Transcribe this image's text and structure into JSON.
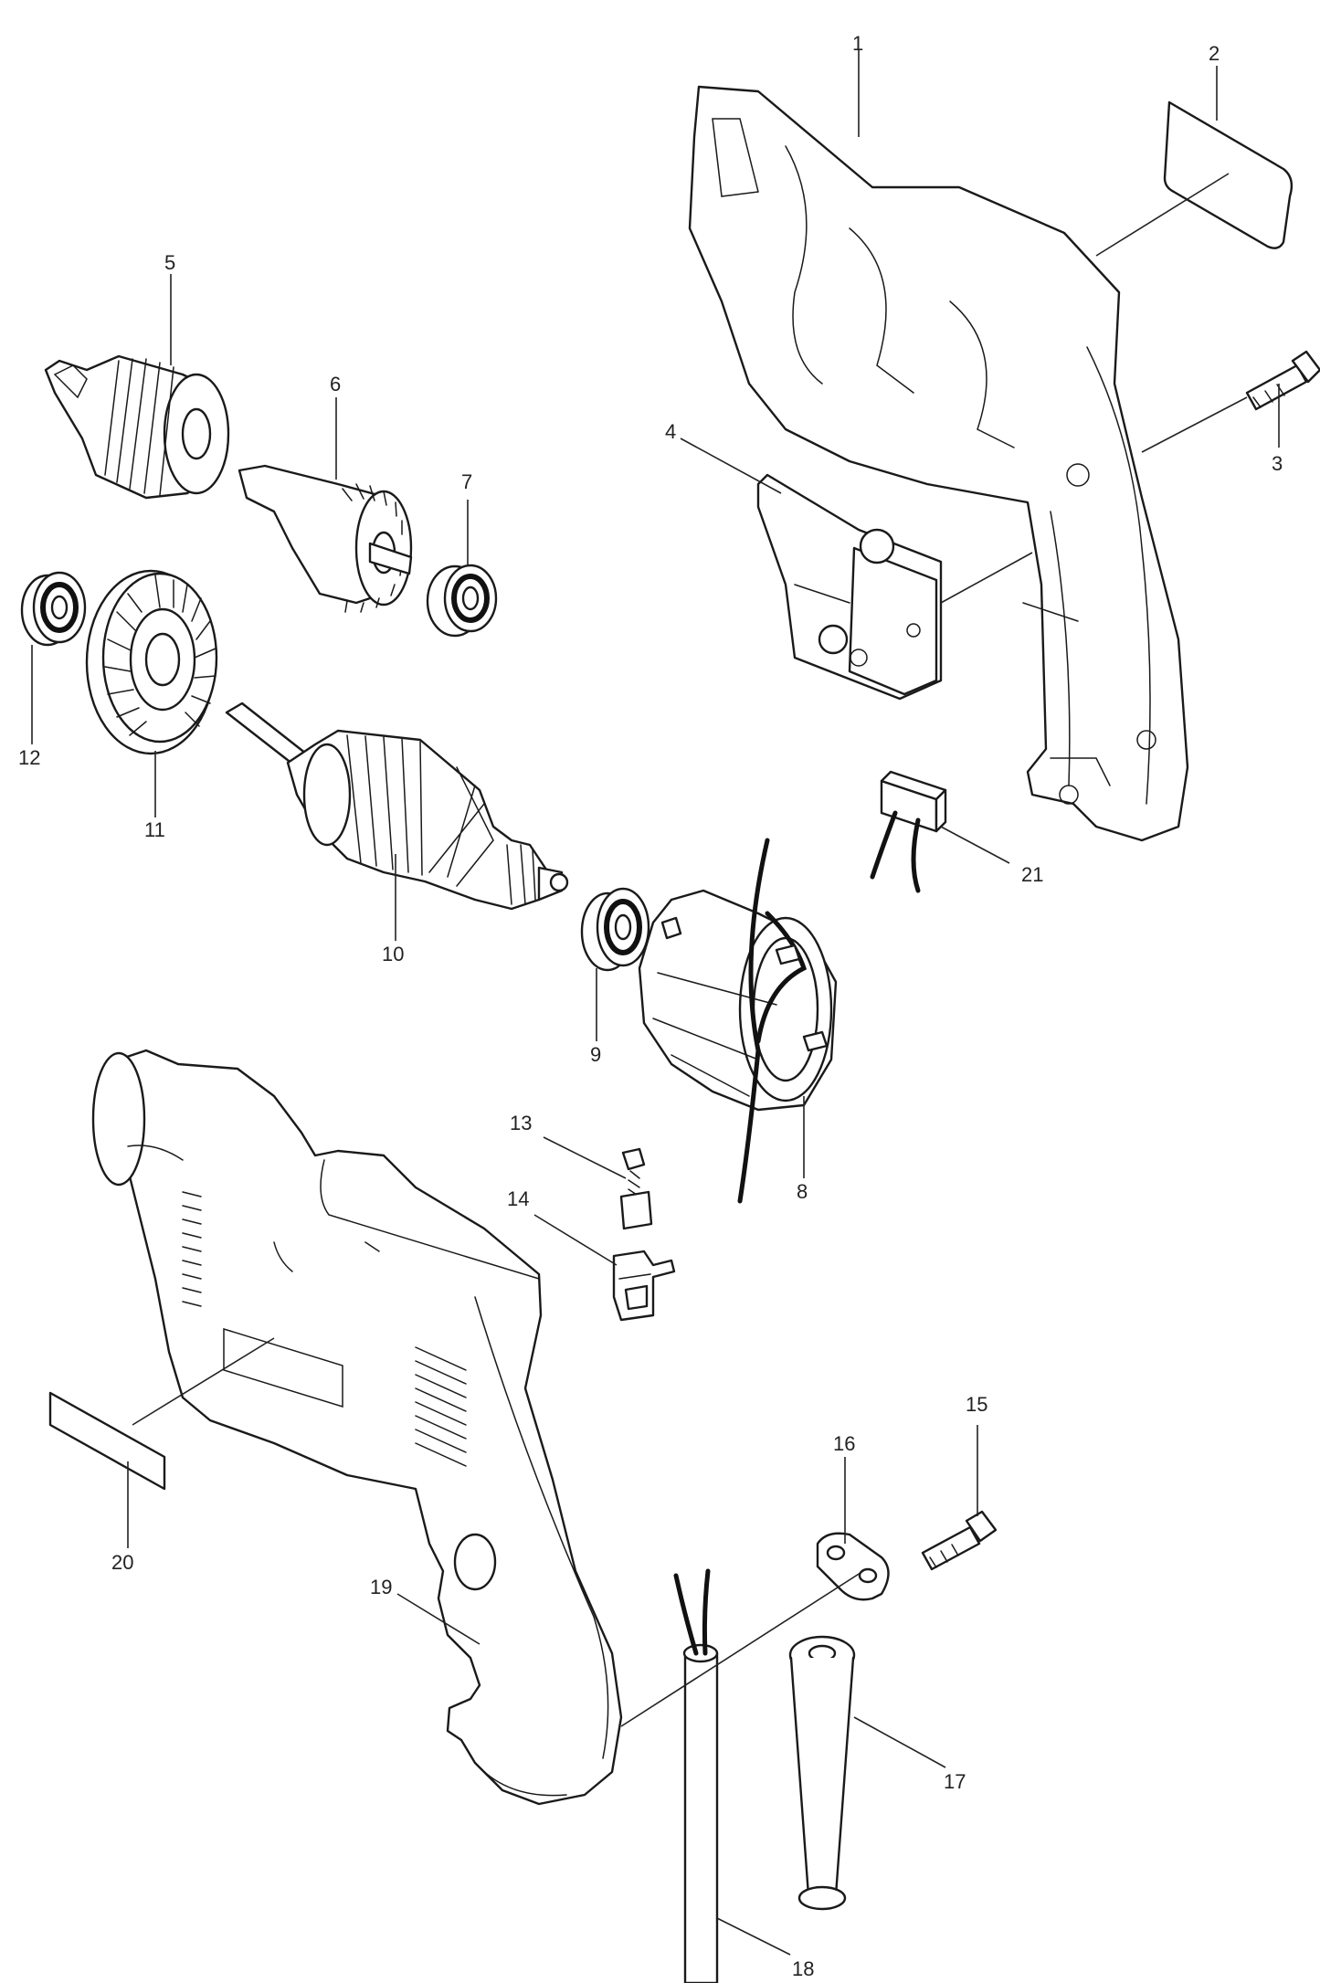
{
  "parts": [
    {
      "number": "1"
    },
    {
      "number": "2"
    },
    {
      "number": "3"
    },
    {
      "number": "4"
    },
    {
      "number": "5"
    },
    {
      "number": "6"
    },
    {
      "number": "7"
    },
    {
      "number": "8"
    },
    {
      "number": "9"
    },
    {
      "number": "10"
    },
    {
      "number": "11"
    },
    {
      "number": "12"
    },
    {
      "number": "13"
    },
    {
      "number": "14"
    },
    {
      "number": "15"
    },
    {
      "number": "16"
    },
    {
      "number": "17"
    },
    {
      "number": "18"
    },
    {
      "number": "19"
    },
    {
      "number": "20"
    },
    {
      "number": "21"
    }
  ]
}
